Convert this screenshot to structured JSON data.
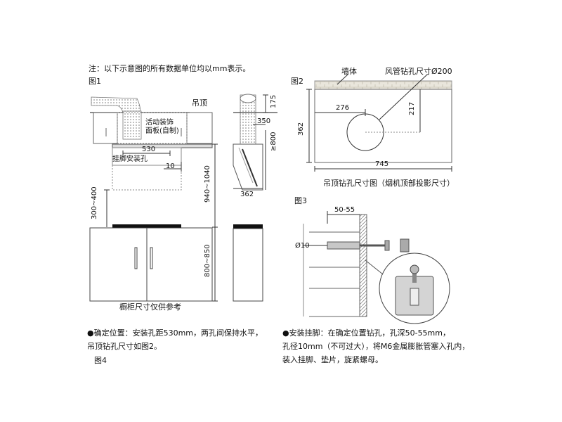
{
  "note": "注：以下示意图的所有数据单位均以mm表示。",
  "fig1": {
    "label": "图1",
    "ceiling": "吊顶",
    "panel_line1": "活动装饰",
    "panel_line2": "面板(自制)",
    "dim_530": "530",
    "hanger_hole": "挂脚安装孔",
    "dim_10": "10",
    "dim_300_400": "300~400",
    "dim_940_1040": "940~1040",
    "dim_800_850": "800~850",
    "cabinet_note": "橱柜尺寸仅供参考",
    "side_175": "175",
    "side_350": "350",
    "side_800": "≥800",
    "side_362": "362"
  },
  "fig2": {
    "label": "图2",
    "wall": "墙体",
    "duct_hole": "风管钻孔尺寸Ø200",
    "dim_276": "276",
    "dim_217": "217",
    "dim_362": "362",
    "dim_745": "745",
    "caption": "吊顶钻孔尺寸图（烟机顶部投影尺寸）"
  },
  "fig3": {
    "label": "图3",
    "dim_50_55": "50-55",
    "dim_d10": "Ø10"
  },
  "fig4": {
    "label": "图4"
  },
  "bottom_left": {
    "line1": "●确定位置：安装孔距530mm，两孔间保持水平，",
    "line2": "吊顶钻孔尺寸如图2。"
  },
  "bottom_right": {
    "line1": "●安装挂脚：在确定位置钻孔，孔深50-55mm，",
    "line2": "孔径10mm（不可过大），将M6金属膨胀管塞入孔内，",
    "line3": "装入挂脚、垫片，旋紧螺母。"
  }
}
